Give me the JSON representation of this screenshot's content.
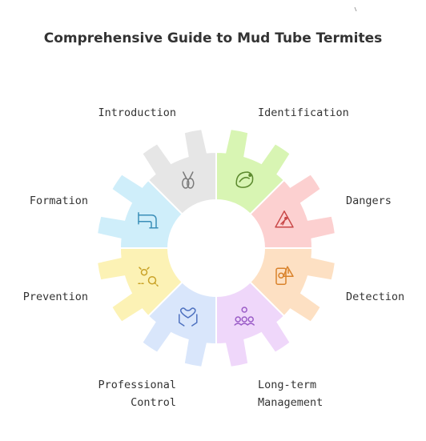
{
  "title": "Comprehensive Guide to Mud Tube Termites",
  "segments": [
    {
      "id": "introduction",
      "label": "Introduction",
      "color": "#e6e6e6",
      "stroke": "#7a7a7a",
      "icon": "moth-antenna-icon"
    },
    {
      "id": "identification",
      "label": "Identification",
      "color": "#d8f5b3",
      "stroke": "#5c8a2e",
      "icon": "caterpillar-icon"
    },
    {
      "id": "dangers",
      "label": "Dangers",
      "color": "#fcd0d0",
      "stroke": "#c94747",
      "icon": "warning-sign-icon"
    },
    {
      "id": "detection",
      "label": "Detection",
      "color": "#fde0c3",
      "stroke": "#d9822b",
      "icon": "phone-alert-icon"
    },
    {
      "id": "long-term",
      "label_lines": [
        "Long-term",
        "Management"
      ],
      "color": "#efd7fa",
      "stroke": "#9a5cc7",
      "icon": "people-network-icon"
    },
    {
      "id": "professional",
      "label_lines": [
        "Professional",
        "Control"
      ],
      "color": "#d9e6fb",
      "stroke": "#4f72c0",
      "icon": "hands-heart-icon"
    },
    {
      "id": "prevention",
      "label": "Prevention",
      "color": "#fcf2b5",
      "stroke": "#c9a227",
      "icon": "bug-magnifier-icon"
    },
    {
      "id": "formation",
      "label": "Formation",
      "color": "#cfeefa",
      "stroke": "#3b8fb8",
      "icon": "pipe-icon"
    }
  ]
}
